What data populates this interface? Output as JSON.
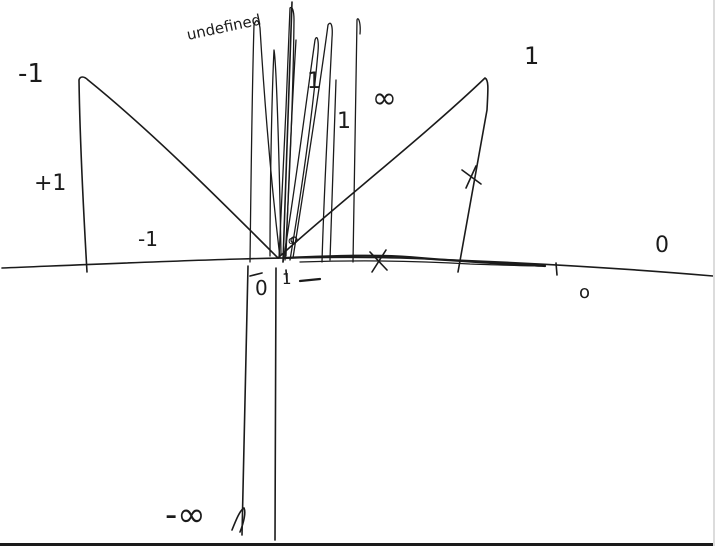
{
  "annotations": {
    "undefined": "undefined",
    "neg_one_top_left": "-1",
    "plus_one_left": "+1",
    "neg_one_mid": "-1",
    "one_top_right": "1",
    "one_center_a": "1",
    "one_center_b": "1",
    "infinity": "∞",
    "zero_right": "0",
    "zero_right_low": "o",
    "zero_axis": "0",
    "one_axis": "1",
    "neg_infinity": "-∞",
    "small_o": "o"
  },
  "colors": {
    "background": "#ffffff",
    "ink": "#1b1b1b"
  }
}
